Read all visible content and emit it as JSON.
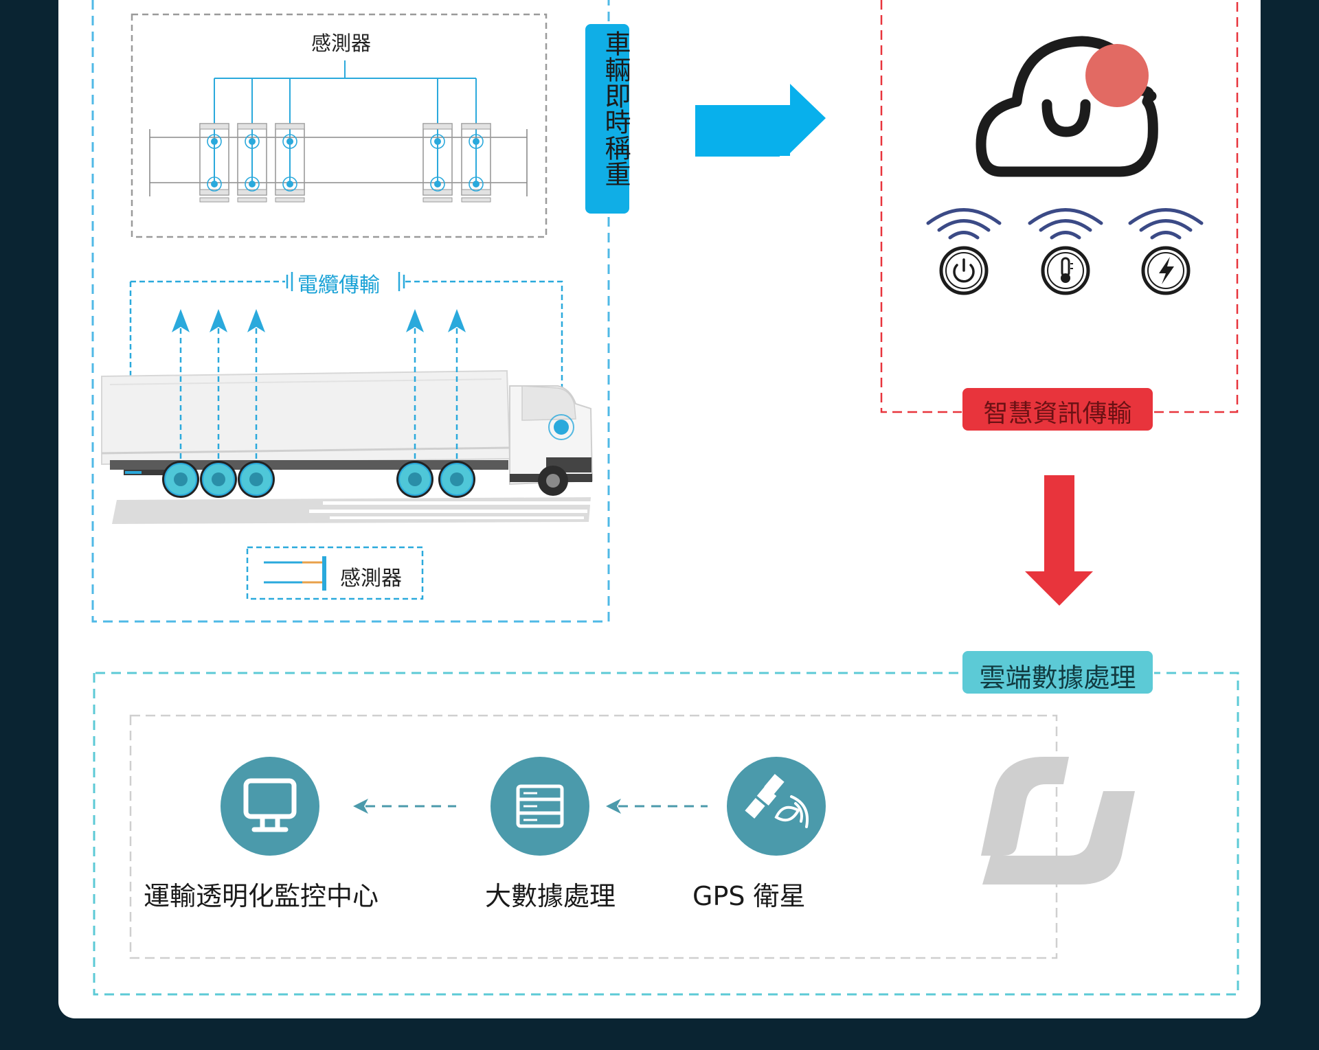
{
  "vehicle": {
    "title": "車輛即時稱重",
    "sensor_top_label": "感測器",
    "cable_label": "電纜傳輸",
    "legend_label": "感測器"
  },
  "smart": {
    "label": "智慧資訊傳輸",
    "status_icons": [
      "power-icon",
      "thermometer-icon",
      "lightning-icon"
    ]
  },
  "cloud_processing": {
    "label": "雲端數據處理",
    "nodes": [
      {
        "label": "運輸透明化監控中心",
        "icon": "monitor-icon"
      },
      {
        "label": "大數據處理",
        "icon": "server-icon"
      },
      {
        "label": "GPS 衛星",
        "icon": "satellite-icon"
      }
    ]
  },
  "colors": {
    "background": "#0a2432",
    "blue_accent": "#10aee6",
    "red_accent": "#e8343c",
    "teal_node": "#4b9aab",
    "teal_label": "#5ccad6"
  }
}
